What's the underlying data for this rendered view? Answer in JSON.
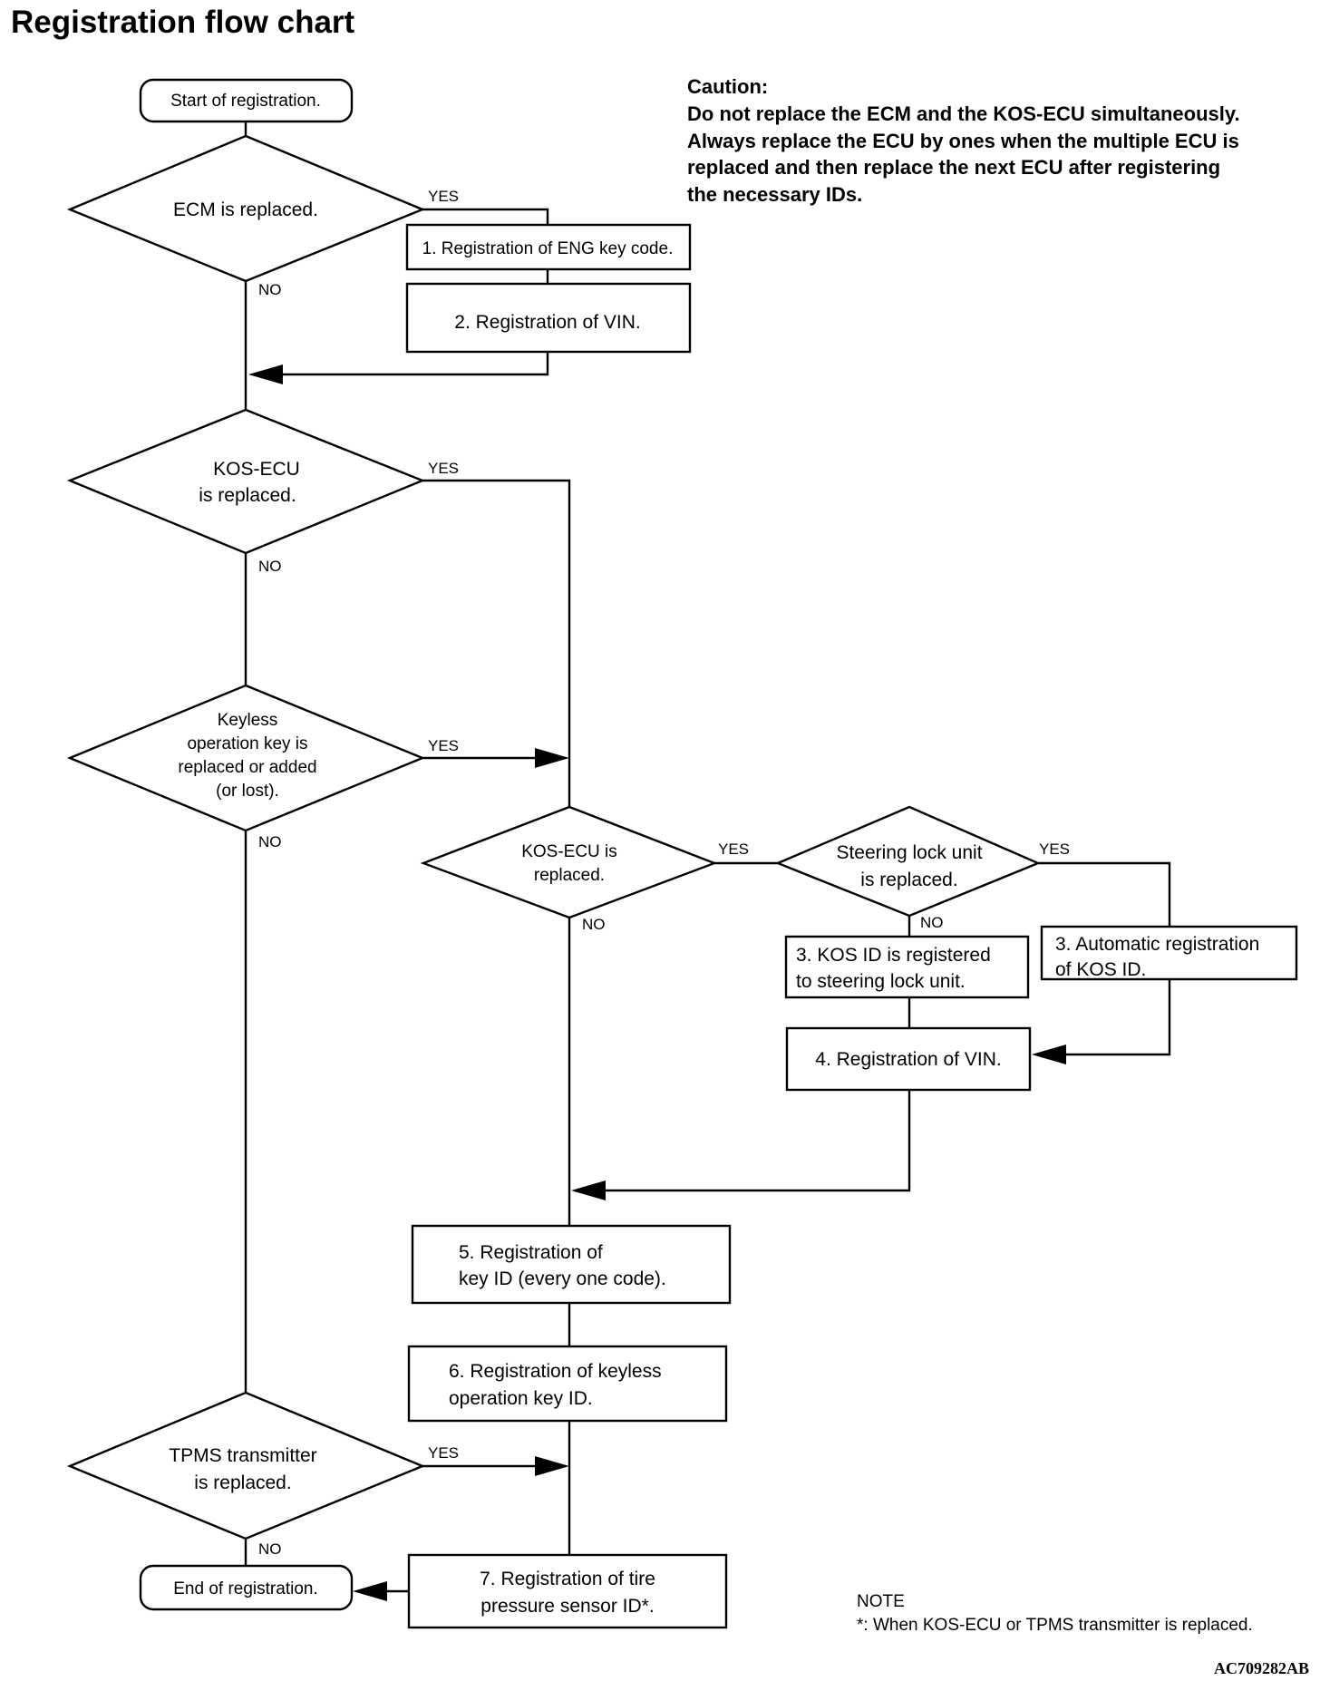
{
  "title": "Registration flow chart",
  "caution": {
    "heading": "Caution:",
    "lines": [
      "Do not replace the ECM and the KOS-ECU simultaneously.",
      "Always replace the ECU by ones when the multiple ECU is",
      "replaced and then replace the next ECU after registering",
      "the necessary IDs."
    ]
  },
  "labels": {
    "yes": "YES",
    "no": "NO"
  },
  "nodes": {
    "start": "Start of registration.",
    "d_ecm": [
      "ECM is replaced."
    ],
    "p1": "1. Registration of ENG key code.",
    "p2": "2. Registration of VIN.",
    "d_kos": [
      "KOS-ECU",
      "is replaced."
    ],
    "d_keyless": [
      "Keyless",
      "operation key is",
      "replaced or added",
      "(or lost)."
    ],
    "d_kos2": [
      "KOS-ECU is",
      "replaced."
    ],
    "d_steer": [
      "Steering lock unit",
      "is replaced."
    ],
    "p3a": [
      "3. KOS ID is registered",
      "to steering lock unit."
    ],
    "p3b": [
      "3. Automatic registration",
      "of KOS ID."
    ],
    "p4": "4. Registration of VIN.",
    "p5": [
      "5. Registration of",
      "key ID (every one code)."
    ],
    "p6": [
      "6. Registration of keyless",
      "operation key ID."
    ],
    "d_tpms": [
      "TPMS transmitter",
      "is replaced."
    ],
    "p7": [
      "7. Registration of tire",
      "pressure sensor ID*."
    ],
    "end": "End of registration."
  },
  "note": {
    "heading": "NOTE",
    "text": "*: When KOS-ECU or TPMS transmitter is replaced."
  },
  "figure_code": "AC709282AB"
}
